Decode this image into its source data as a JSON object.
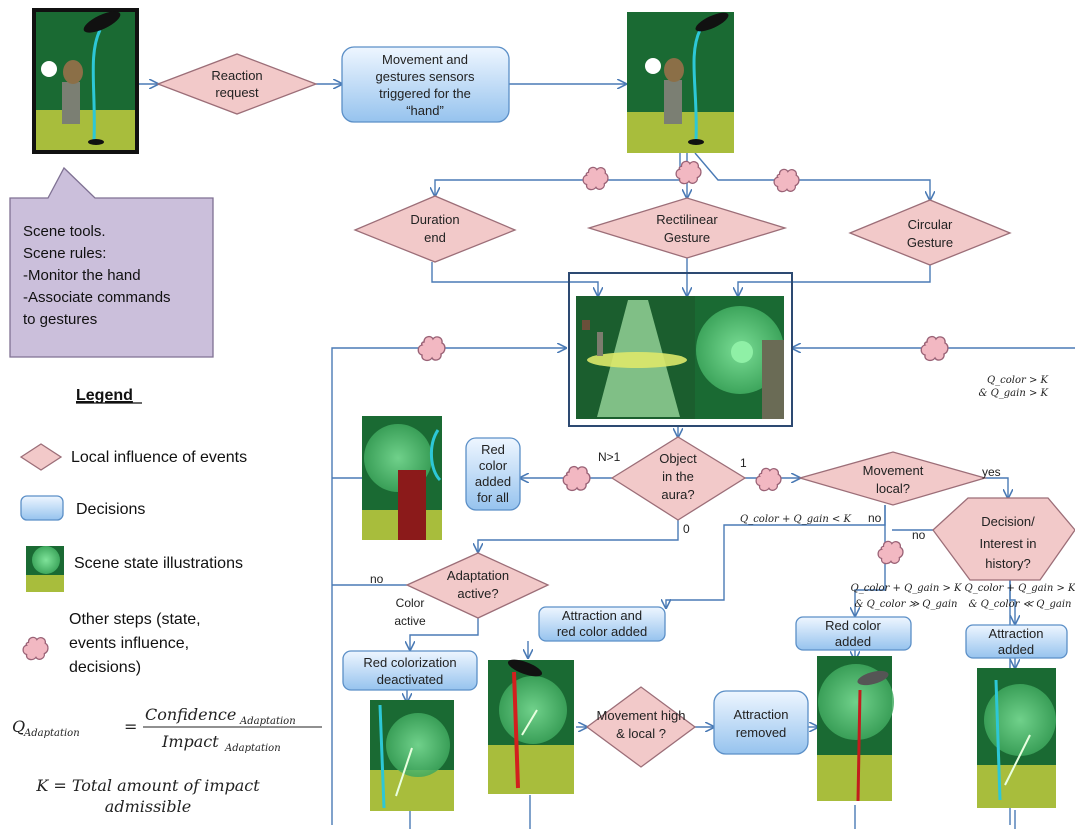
{
  "colors": {
    "diamond_fill": "#f2c9c9",
    "diamond_stroke": "#9c6e78",
    "decision_fill_top": "#e9f3ff",
    "decision_fill_bottom": "#9dc8f0",
    "decision_stroke": "#5b8fc7",
    "connector": "#4a7ab5",
    "callout_fill": "#cbbfdb",
    "callout_stroke": "#7f7193",
    "cloud_fill": "#f2b8c2",
    "cloud_stroke": "#9a6276",
    "scene_green": "#1d6b34",
    "scene_grass": "#a7bd3c"
  },
  "diamonds": {
    "reaction_request": [
      "Reaction",
      "request"
    ],
    "duration_end": [
      "Duration",
      "end"
    ],
    "rectilinear_gesture": [
      "Rectilinear",
      "Gesture"
    ],
    "circular_gesture": [
      "Circular",
      "Gesture"
    ],
    "object_in_aura": [
      "Object",
      "in the",
      "aura?"
    ],
    "movement_local": [
      "Movement",
      "local?"
    ],
    "decision_interest": [
      "Decision/",
      "Interest  in",
      "history?"
    ],
    "adaptation_active": [
      "Adaptation",
      "active?"
    ],
    "movement_high_local": [
      "Movement high",
      "& local ?"
    ]
  },
  "decisions": {
    "movement_sensors": [
      "Movement  and",
      "gestures sensors",
      "triggered for the",
      "“hand”"
    ],
    "red_color_all": [
      "Red",
      "color",
      "added",
      "for all"
    ],
    "attraction_red": [
      "Attraction and",
      "red color added"
    ],
    "red_colorization_deactivated": [
      "Red colorization",
      "deactivated"
    ],
    "attraction_removed": [
      "Attraction",
      "removed"
    ],
    "red_color_added": [
      "Red color",
      "added"
    ],
    "attraction_added": [
      "Attraction",
      "added"
    ]
  },
  "edge_labels": {
    "n_gt_1": "N>1",
    "one": "1",
    "zero": "0",
    "yes": "yes",
    "no_1": "no",
    "no_2": "no",
    "no_3": "no",
    "color_active": [
      "Color",
      "active"
    ]
  },
  "conditions": {
    "top_right": [
      "Q_color > K",
      "& Q_gain > K"
    ],
    "sum_less_k": "Q_color + Q_gain  < K",
    "mid": [
      "Q_color + Q_gain  > K",
      "& Q_color ≫ Q_gain"
    ],
    "right": [
      "Q_color + Q_gain  > K",
      "& Q_color ≪ Q_gain"
    ]
  },
  "callout": [
    "Scene tools.",
    "Scene rules:",
    "-Monitor the hand",
    "-Associate commands",
    "to gestures"
  ],
  "legend": {
    "title": "Legend",
    "items": [
      {
        "icon": "diamond-icon",
        "label": [
          "Local influence of events"
        ]
      },
      {
        "icon": "decision-icon",
        "label": [
          "Decisions"
        ]
      },
      {
        "icon": "scene-state-icon",
        "label": [
          "Scene state illustrations"
        ]
      },
      {
        "icon": "cloud-icon",
        "label": [
          "Other steps (state,",
          "events influence,",
          "decisions)"
        ]
      }
    ]
  },
  "formulas": {
    "q_adaptation_lhs": "Q",
    "q_adaptation_sub": "Adaptation",
    "equals": "=",
    "numerator": "Confidence",
    "numerator_sub": "Adaptation",
    "denominator": "Impact",
    "denominator_sub": "Adaptation",
    "k_def": [
      "K = Total amount of impact",
      "admissible"
    ]
  }
}
